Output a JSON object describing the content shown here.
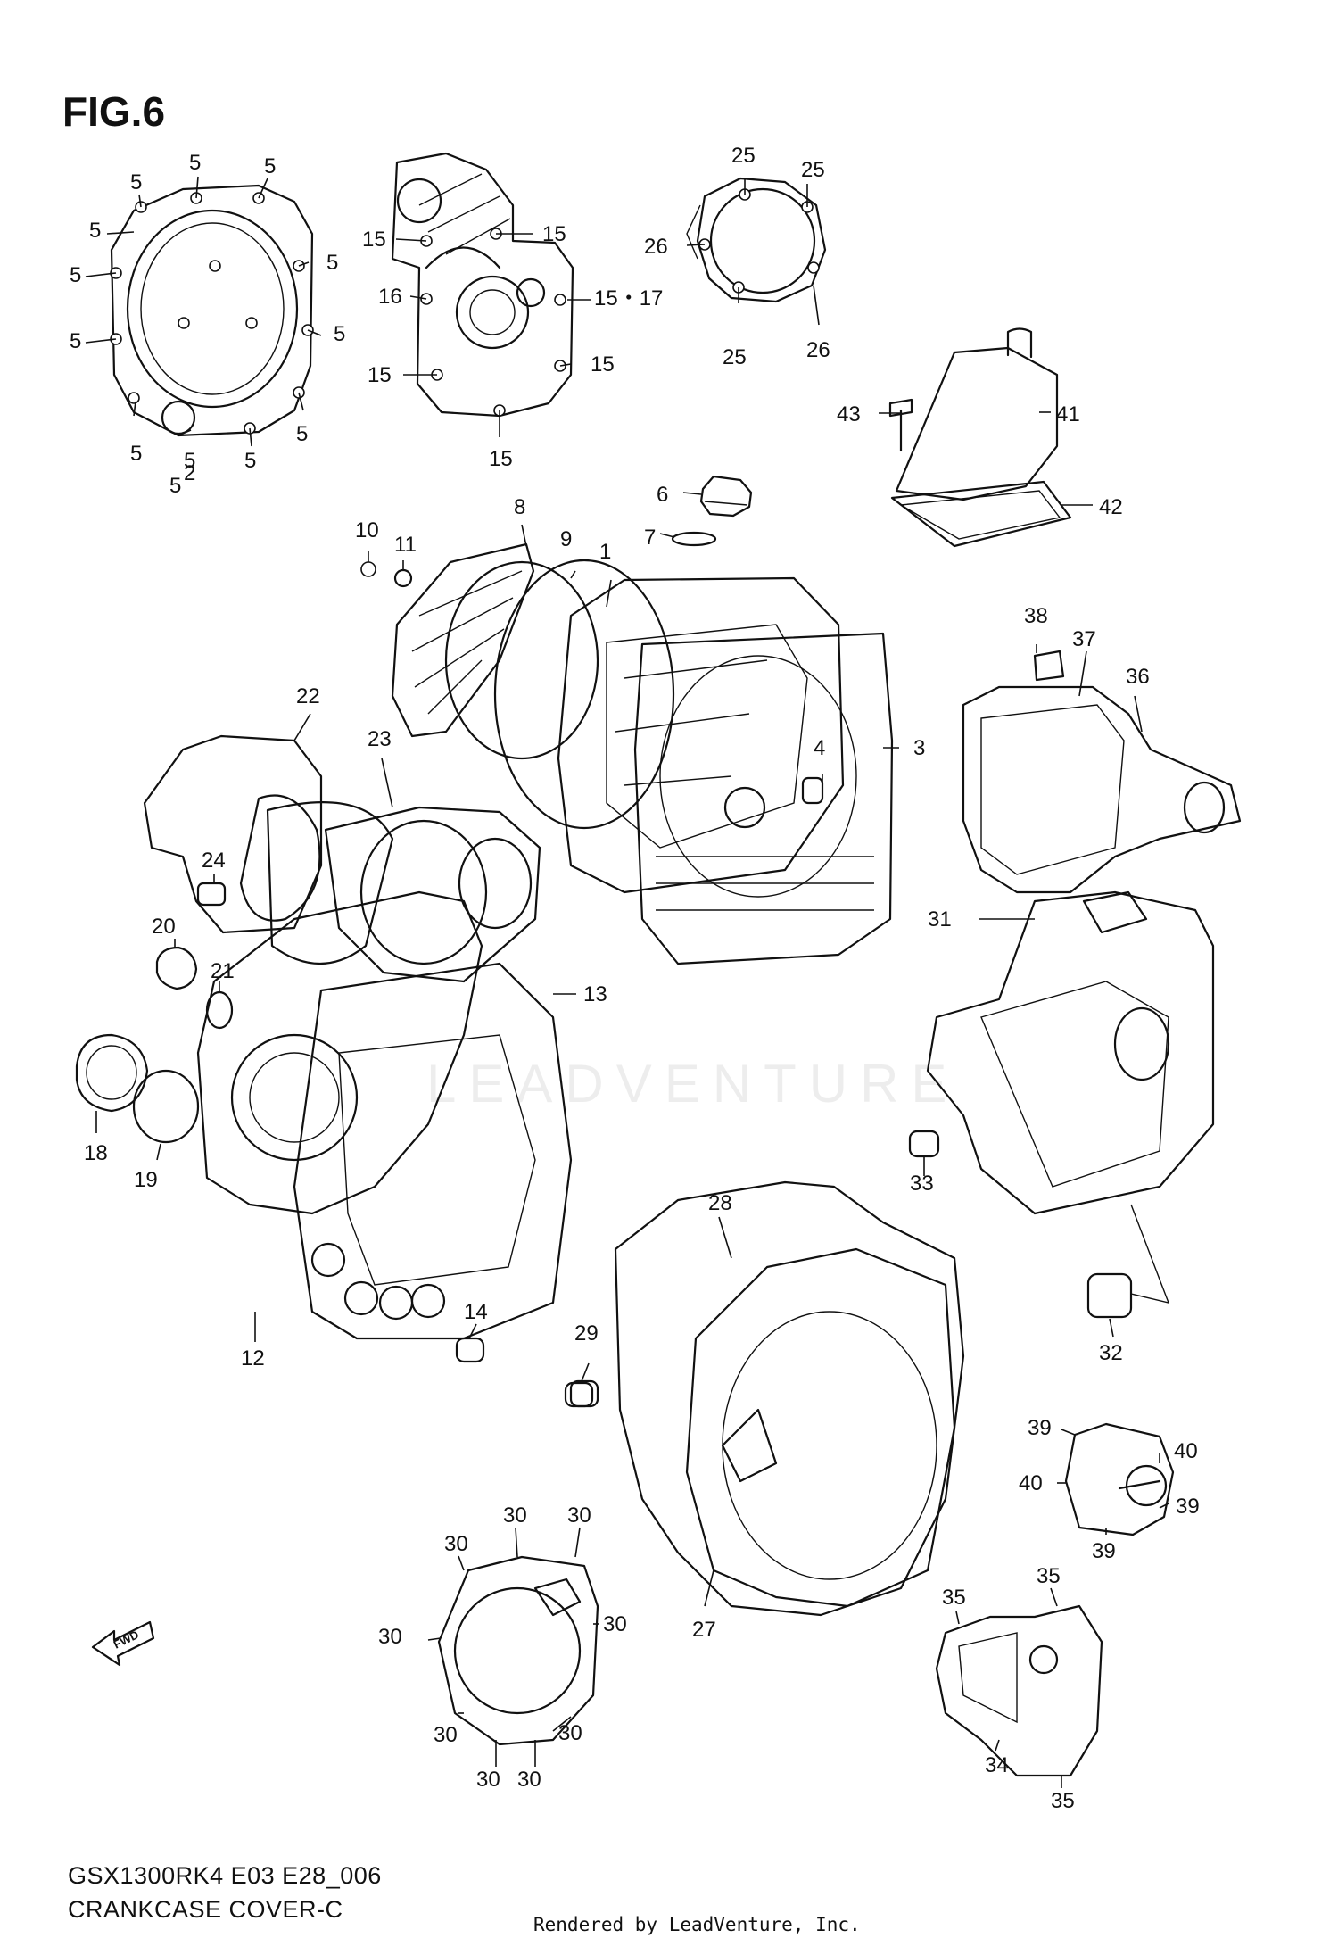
{
  "figure": {
    "title": "FIG.6",
    "model_code": "GSX1300RK4 E03 E28_006",
    "assembly_name": "CRANKCASE COVER-C",
    "rendered_by": "Rendered by LeadVenture, Inc.",
    "watermark": "LEADVENTURE",
    "fwd_label": "FWD"
  },
  "callouts": [
    {
      "id": "c1",
      "label": "5"
    },
    {
      "id": "c2",
      "label": "5"
    },
    {
      "id": "c3",
      "label": "5"
    },
    {
      "id": "c4",
      "label": "5"
    },
    {
      "id": "c5",
      "label": "5"
    },
    {
      "id": "c6",
      "label": "5"
    },
    {
      "id": "c7",
      "label": "5"
    },
    {
      "id": "c8",
      "label": "5"
    },
    {
      "id": "c9",
      "label": "5"
    },
    {
      "id": "c10",
      "label": "5"
    },
    {
      "id": "c11",
      "label": "5"
    },
    {
      "id": "c12",
      "label": "5"
    },
    {
      "id": "c13",
      "label": "2"
    },
    {
      "id": "c14",
      "label": "5"
    },
    {
      "id": "c15",
      "label": "15"
    },
    {
      "id": "c16",
      "label": "15"
    },
    {
      "id": "c17",
      "label": "16"
    },
    {
      "id": "c18",
      "label": "15・17"
    },
    {
      "id": "c19",
      "label": "15"
    },
    {
      "id": "c20",
      "label": "15"
    },
    {
      "id": "c21",
      "label": "15"
    },
    {
      "id": "c22",
      "label": "25"
    },
    {
      "id": "c23",
      "label": "25"
    },
    {
      "id": "c24",
      "label": "26"
    },
    {
      "id": "c25",
      "label": "25"
    },
    {
      "id": "c26",
      "label": "26"
    },
    {
      "id": "c27",
      "label": "43"
    },
    {
      "id": "c28",
      "label": "41"
    },
    {
      "id": "c29",
      "label": "42"
    },
    {
      "id": "c30",
      "label": "6"
    },
    {
      "id": "c31",
      "label": "7"
    },
    {
      "id": "c32",
      "label": "8"
    },
    {
      "id": "c33",
      "label": "9"
    },
    {
      "id": "c34",
      "label": "1"
    },
    {
      "id": "c35",
      "label": "10"
    },
    {
      "id": "c36",
      "label": "11"
    },
    {
      "id": "c37",
      "label": "4"
    },
    {
      "id": "c38",
      "label": "3"
    },
    {
      "id": "c39",
      "label": "38"
    },
    {
      "id": "c40",
      "label": "37"
    },
    {
      "id": "c41",
      "label": "36"
    },
    {
      "id": "c42",
      "label": "22"
    },
    {
      "id": "c43",
      "label": "23"
    },
    {
      "id": "c44",
      "label": "24"
    },
    {
      "id": "c45",
      "label": "20"
    },
    {
      "id": "c46",
      "label": "21"
    },
    {
      "id": "c47",
      "label": "13"
    },
    {
      "id": "c48",
      "label": "31"
    },
    {
      "id": "c49",
      "label": "18"
    },
    {
      "id": "c50",
      "label": "19"
    },
    {
      "id": "c51",
      "label": "33"
    },
    {
      "id": "c52",
      "label": "28"
    },
    {
      "id": "c53",
      "label": "12"
    },
    {
      "id": "c54",
      "label": "14"
    },
    {
      "id": "c55",
      "label": "29"
    },
    {
      "id": "c56",
      "label": "32"
    },
    {
      "id": "c57",
      "label": "39"
    },
    {
      "id": "c58",
      "label": "40"
    },
    {
      "id": "c59",
      "label": "40"
    },
    {
      "id": "c60",
      "label": "39"
    },
    {
      "id": "c61",
      "label": "39"
    },
    {
      "id": "c62",
      "label": "30"
    },
    {
      "id": "c63",
      "label": "30"
    },
    {
      "id": "c64",
      "label": "30"
    },
    {
      "id": "c65",
      "label": "30"
    },
    {
      "id": "c66",
      "label": "30"
    },
    {
      "id": "c67",
      "label": "30"
    },
    {
      "id": "c68",
      "label": "30"
    },
    {
      "id": "c69",
      "label": "30"
    },
    {
      "id": "c70",
      "label": "30"
    },
    {
      "id": "c71",
      "label": "27"
    },
    {
      "id": "c72",
      "label": "35"
    },
    {
      "id": "c73",
      "label": "35"
    },
    {
      "id": "c74",
      "label": "34"
    },
    {
      "id": "c75",
      "label": "35"
    }
  ]
}
